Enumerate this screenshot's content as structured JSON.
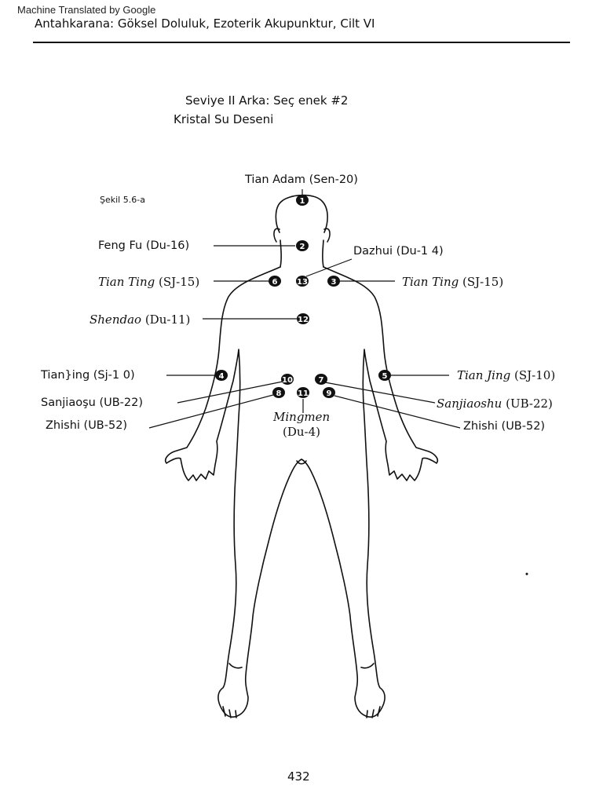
{
  "watermark": "Machine Translated by Google",
  "header": "Antahkarana: Göksel Doluluk, Ezoterik Akupunktur, Cilt VI",
  "title_line1": "Seviye II Arka: Seç enek #2",
  "title_line2": "Kristal Su Deseni",
  "figure_label": "Şekil 5.6-a",
  "page_number": "432",
  "points": {
    "p1": "1",
    "p2": "2",
    "p3": "3",
    "p4": "4",
    "p5": "5",
    "p6": "6",
    "p7": "7",
    "p8": "8",
    "p9": "9",
    "p10": "10",
    "p11": "11",
    "p12": "12",
    "p13": "13"
  },
  "labels": {
    "tian_adam": "Tian Adam (Sen-20)",
    "feng_fu": "Feng Fu (Du-16)",
    "dazhui": "Dazhui (Du-1 4)",
    "tian_ting_left_name": "Tian Ting",
    "tian_ting_left_code": " (SJ-15)",
    "tian_ting_right_name": "Tian Ting",
    "tian_ting_right_code": " (SJ-15)",
    "shendao_name": "Shendao",
    "shendao_code": " (Du-11)",
    "tianjing_left": "Tian}ing (Sj-1 0)",
    "tian_jing_right_name": "Tian Jing",
    "tian_jing_right_code": " (SJ-10)",
    "sanjiaosu_left": "Sanjiaoşu (UB-22)",
    "sanjiaoshu_right_name": "Sanjiaoshu",
    "sanjiaoshu_right_code": " (UB-22)",
    "zhishi_left": "Zhishi (UB-52)",
    "zhishi_right": "Zhishi (UB-52)",
    "mingmen_name": "Mingmen",
    "mingmen_code": "(Du-4)"
  }
}
